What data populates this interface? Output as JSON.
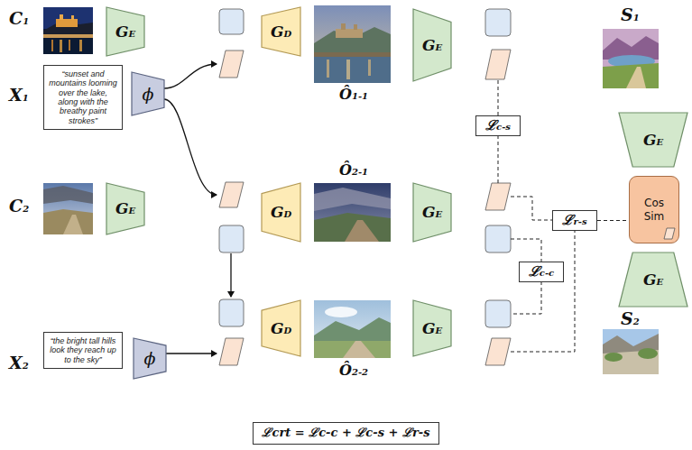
{
  "diagram": {
    "nodes": [
      {
        "text": [
          "GE"
        ]
      },
      {
        "text": [
          "GD"
        ]
      },
      {
        "text": [
          "GE"
        ]
      },
      {
        "text": [
          "“sunset and mountains looming over the lake, along with the breathy paint strokes”"
        ]
      },
      {
        "text": [
          "ϕ"
        ]
      },
      {
        "text": [
          "ℒc-s"
        ]
      },
      {
        "text": [
          "GE"
        ]
      },
      {
        "text": [
          "GD"
        ]
      },
      {
        "text": [
          "GE"
        ]
      },
      {
        "text": [
          "ℒr-s"
        ]
      },
      {
        "text": [
          "ℒc-c"
        ]
      },
      {
        "text": [
          "“the bright tall hills look they reach up to the sky”"
        ]
      },
      {
        "text": [
          "ϕ"
        ]
      },
      {
        "text": [
          "GD"
        ]
      },
      {
        "text": [
          "GE"
        ]
      },
      {
        "text": [
          "GE"
        ]
      },
      {
        "text": [
          "Cos Sim"
        ]
      },
      {
        "text": [
          "GE"
        ]
      },
      {
        "text": [
          "ℒcrt = ℒc-c + ℒc-s + ℒr-s"
        ]
      }
    ],
    "edges": [
      {
        "from": 9,
        "to": 16,
        "arrow": "none"
      }
    ],
    "labels": [
      "C1",
      "X1",
      "Ô1-1",
      "Ô2-1",
      "C2",
      "Ô2-2",
      "X2",
      "S1",
      "S2"
    ]
  }
}
